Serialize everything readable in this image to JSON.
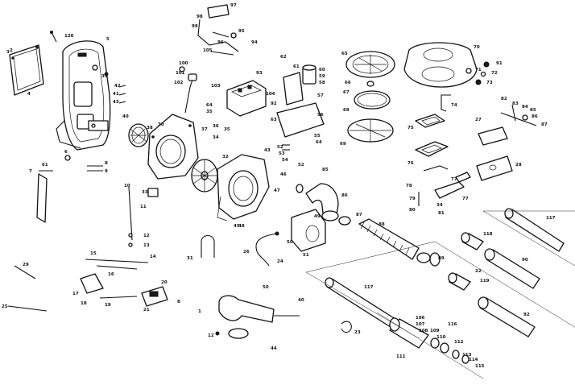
{
  "labels": {
    "l1": "1",
    "l2": "2",
    "l3": "3",
    "l4": "4",
    "l5": "5",
    "l6": "6",
    "l7": "7",
    "l8": "8",
    "l9": "9",
    "l10": "10",
    "l11": "11",
    "l12": "12",
    "l13": "13",
    "l14": "14",
    "l15": "15",
    "l16": "16",
    "l17": "17",
    "l18": "18",
    "l19": "19",
    "l20": "20",
    "l21": "21",
    "l22": "22",
    "l23": "23",
    "l24": "24",
    "l25": "25",
    "l26": "26",
    "l27": "27",
    "l28": "28",
    "l29": "29",
    "l30": "30",
    "l31": "31",
    "l32": "32",
    "l33": "33",
    "l34": "34",
    "l35": "35",
    "l36": "36",
    "l37": "37",
    "l38": "38",
    "l39": "39",
    "l40": "40",
    "l41": "41",
    "l42": "42",
    "l43": "43",
    "l44": "44",
    "l45": "45",
    "l46": "46",
    "l47": "47",
    "l48": "48",
    "l49": "49",
    "l50": "50",
    "l51": "51",
    "l52": "52",
    "l53": "53",
    "l54": "54",
    "l55": "55",
    "l56": "56",
    "l57": "57",
    "l58": "58",
    "l59": "59",
    "l60": "60",
    "l61": "61",
    "l62": "62",
    "l63": "63",
    "l64": "64",
    "l65": "65",
    "l66": "66",
    "l67": "67",
    "l68": "68",
    "l69": "69",
    "l70": "70",
    "l71": "71",
    "l72": "72",
    "l73": "73",
    "l74": "74",
    "l75": "75",
    "l76": "76",
    "l77": "77",
    "l78": "78",
    "l79": "79",
    "l80": "80",
    "l81": "81",
    "l82": "82",
    "l83": "83",
    "l84": "84",
    "l85": "85",
    "l86": "86",
    "l87": "87",
    "l88": "88",
    "l89": "89",
    "l90": "90",
    "l91": "91",
    "l92": "92",
    "l93": "93",
    "l94": "94",
    "l95": "95",
    "l96": "96",
    "l97": "97",
    "l98": "98",
    "l99": "99",
    "l100": "100",
    "l101": "101",
    "l102": "102",
    "l103": "103",
    "l104": "104",
    "l105": "105",
    "l106": "106",
    "l107": "107",
    "l108": "108",
    "l109": "109",
    "l110": "110",
    "l111": "111",
    "l112": "112",
    "l113": "113",
    "l114": "114",
    "l115": "115",
    "l116": "116",
    "l117": "117",
    "l118": "118",
    "l119": "119",
    "l120": "120"
  }
}
